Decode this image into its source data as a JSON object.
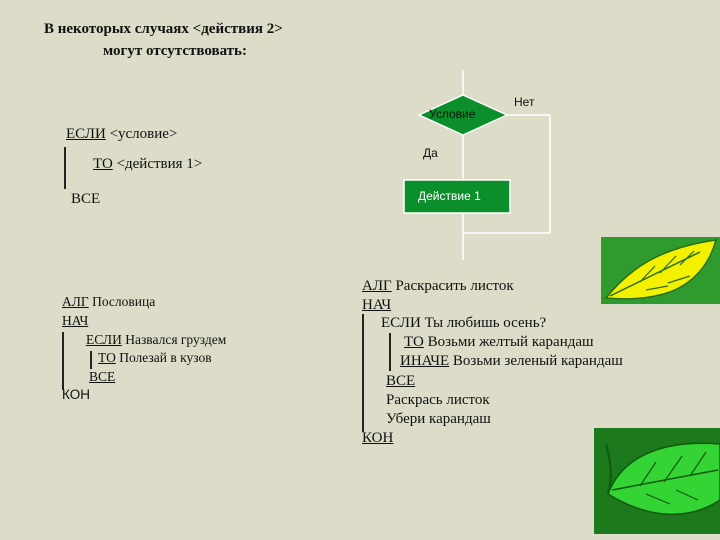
{
  "title": {
    "line1": "В некоторых случаях <действия 2>",
    "line2": "могут отсутствовать:"
  },
  "general": {
    "if_kw": "ЕСЛИ",
    "if_rest": " <условие>",
    "then_kw": "ТО",
    "then_rest": " <действия 1>",
    "end_kw": "ВСЕ"
  },
  "flowchart": {
    "condition": "Условие",
    "no": "Нет",
    "yes": "Да",
    "action": "Действие 1",
    "colors": {
      "box_fill": "#0b8f2b",
      "box_stroke": "#ffffff",
      "line": "#ffffff"
    }
  },
  "proverb": {
    "alg_kw": "АЛГ",
    "alg_rest": " Пословица",
    "begin_kw": "НАЧ",
    "if_kw": "ЕСЛИ",
    "if_rest": " Назвался груздем",
    "then_kw": "ТО",
    "then_rest": " Полезай в кузов",
    "end_kw": "ВСЕ",
    "kon": "КОН"
  },
  "leaf": {
    "alg_kw": "АЛГ",
    "alg_rest": " Раскрасить листок",
    "begin_kw": "НАЧ",
    "if_kw": "ЕСЛИ",
    "if_rest": " Ты любишь осень?",
    "then_kw": "ТО",
    "then_rest": " Возьми желтый карандаш",
    "else_kw": "ИНАЧЕ",
    "else_rest": " Возьми зеленый карандаш",
    "end_kw": "ВСЕ",
    "paint": "Раскрась листок",
    "remove": "Убери карандаш",
    "kon_kw": "КОН"
  },
  "images": {
    "yellow_leaf_bg": "#2f9b2f",
    "yellow_leaf_fill": "#f3f000",
    "green_leaf_bg": "#1c7a1c",
    "green_leaf_fill": "#35d435"
  }
}
